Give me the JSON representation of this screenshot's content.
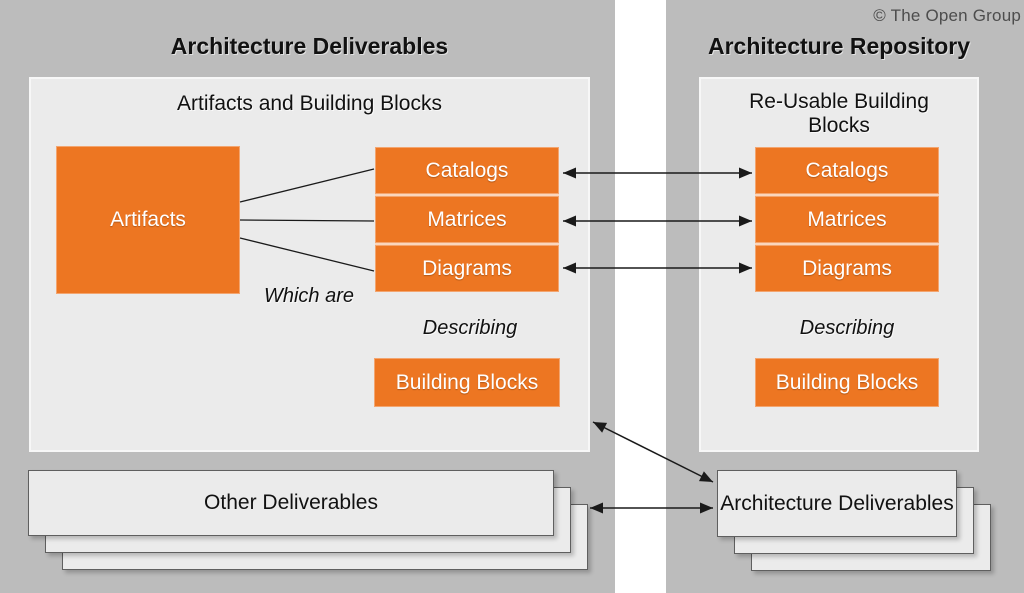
{
  "copyright": "© The Open Group",
  "colors": {
    "orange": "#ed7622",
    "panel_gray": "#bcbcbc",
    "inner_box_gray": "#ebebeb",
    "arrow_black": "#1a1a1a"
  },
  "left_panel": {
    "title": "Architecture Deliverables",
    "inner_title": "Artifacts and Building Blocks",
    "artifacts_label": "Artifacts",
    "stack_items": [
      "Catalogs",
      "Matrices",
      "Diagrams"
    ],
    "which_are_label": "Which are",
    "describing_label": "Describing",
    "building_blocks_label": "Building Blocks",
    "other_deliverables_label": "Other Deliverables"
  },
  "right_panel": {
    "title": "Architecture Repository",
    "inner_title": "Re-Usable Building Blocks",
    "stack_items": [
      "Catalogs",
      "Matrices",
      "Diagrams"
    ],
    "describing_label": "Describing",
    "building_blocks_label": "Building Blocks",
    "architecture_deliverables_label": "Architecture Deliverables"
  }
}
